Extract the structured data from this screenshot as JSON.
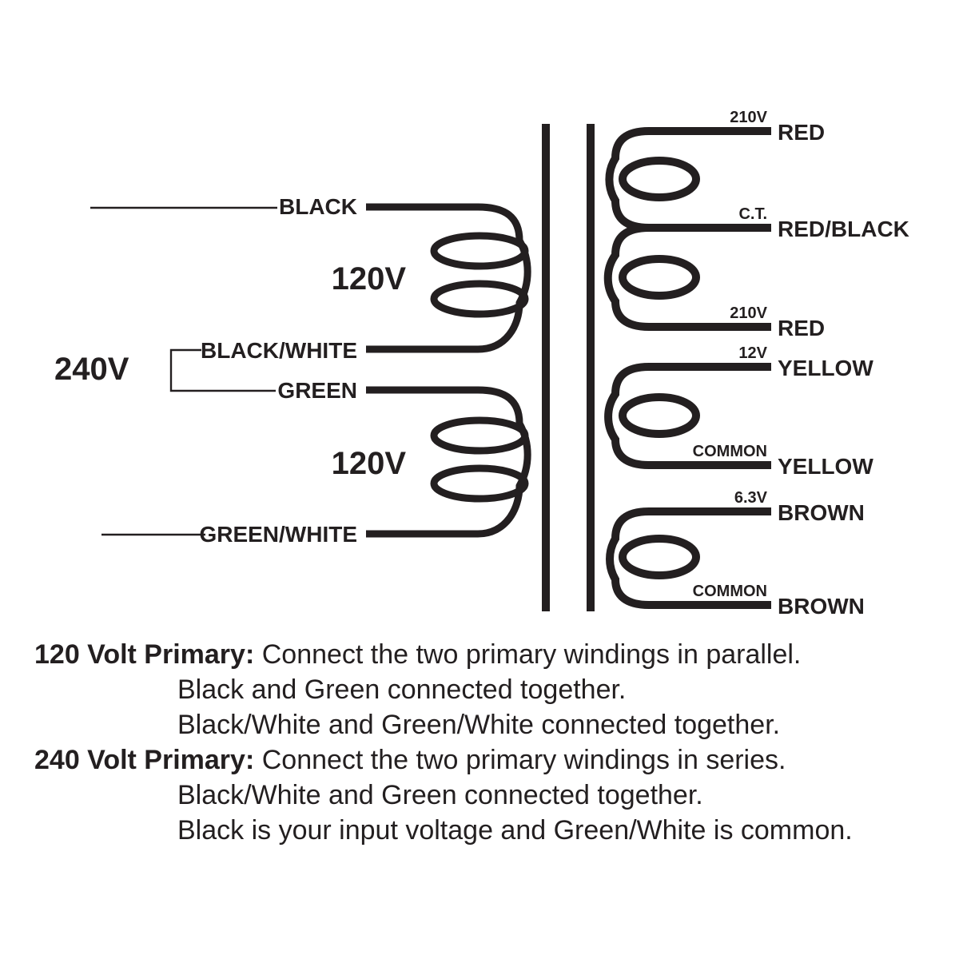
{
  "colors": {
    "ink": "#231f20",
    "background": "#ffffff"
  },
  "diagram": {
    "primary_side": {
      "series_voltage": "240V",
      "winding1_voltage": "120V",
      "winding2_voltage": "120V",
      "lead_black": "BLACK",
      "lead_black_white": "BLACK/WHITE",
      "lead_green": "GREEN",
      "lead_green_white": "GREEN/WHITE"
    },
    "secondary_side": {
      "taps": [
        {
          "tap": "210V",
          "wire": "RED"
        },
        {
          "tap": "C.T.",
          "wire": "RED/BLACK"
        },
        {
          "tap": "210V",
          "wire": "RED"
        },
        {
          "tap": "12V",
          "wire": "YELLOW"
        },
        {
          "tap": "COMMON",
          "wire": "YELLOW"
        },
        {
          "tap": "6.3V",
          "wire": "BROWN"
        },
        {
          "tap": "COMMON",
          "wire": "BROWN"
        }
      ]
    }
  },
  "instructions": {
    "block_120": {
      "heading": "120 Volt Primary:",
      "line1": " Connect the two primary windings in parallel.",
      "line2": "Black and Green connected together.",
      "line3": "Black/White and Green/White connected together."
    },
    "block_240": {
      "heading": "240 Volt Primary:",
      "line1": " Connect the two primary windings in series.",
      "line2": "Black/White and Green connected together.",
      "line3": "Black is your input voltage and Green/White is common."
    }
  }
}
